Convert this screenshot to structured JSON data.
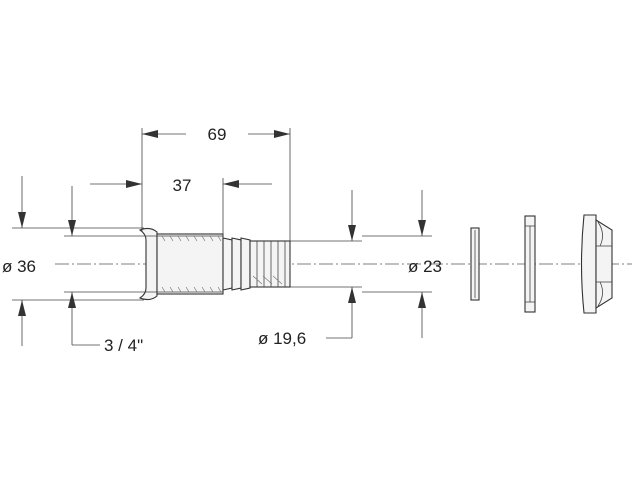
{
  "dimensions": {
    "overall_length": "69",
    "thread_length": "37",
    "flange_diameter": "ø 36",
    "nut_diameter": "ø 23",
    "thread_size": "3 / 4\"",
    "bore_diameter": "ø 19,6"
  },
  "parts": [
    "thru-hull-fitting",
    "flat-washer",
    "lock-washer",
    "hex-nut"
  ],
  "colors": {
    "line": "#333333",
    "background": "#ffffff"
  }
}
